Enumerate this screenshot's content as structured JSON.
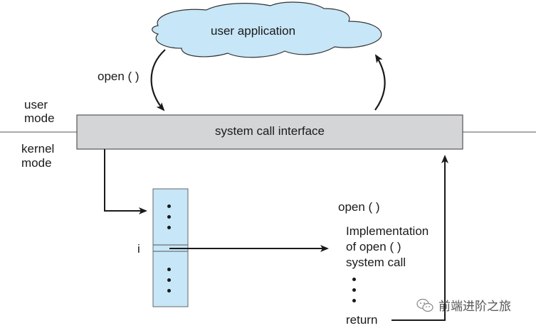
{
  "cloud": {
    "label": "user application",
    "fill": "#c7e6f7"
  },
  "left_call_label": "open ( )",
  "modes": {
    "user": [
      "user",
      "mode"
    ],
    "kernel": [
      "kernel",
      "mode"
    ]
  },
  "interface_bar": {
    "label": "system call interface",
    "fill": "#d4d5d7"
  },
  "table": {
    "index_label": "i",
    "fill": "#c7e6f7"
  },
  "implementation": {
    "title": "open ( )",
    "lines": [
      "Implementation",
      "of open ( )",
      "system call"
    ],
    "return_label": "return"
  },
  "watermark": {
    "text": "前端进阶之旅",
    "icon": "wechat-icon"
  }
}
